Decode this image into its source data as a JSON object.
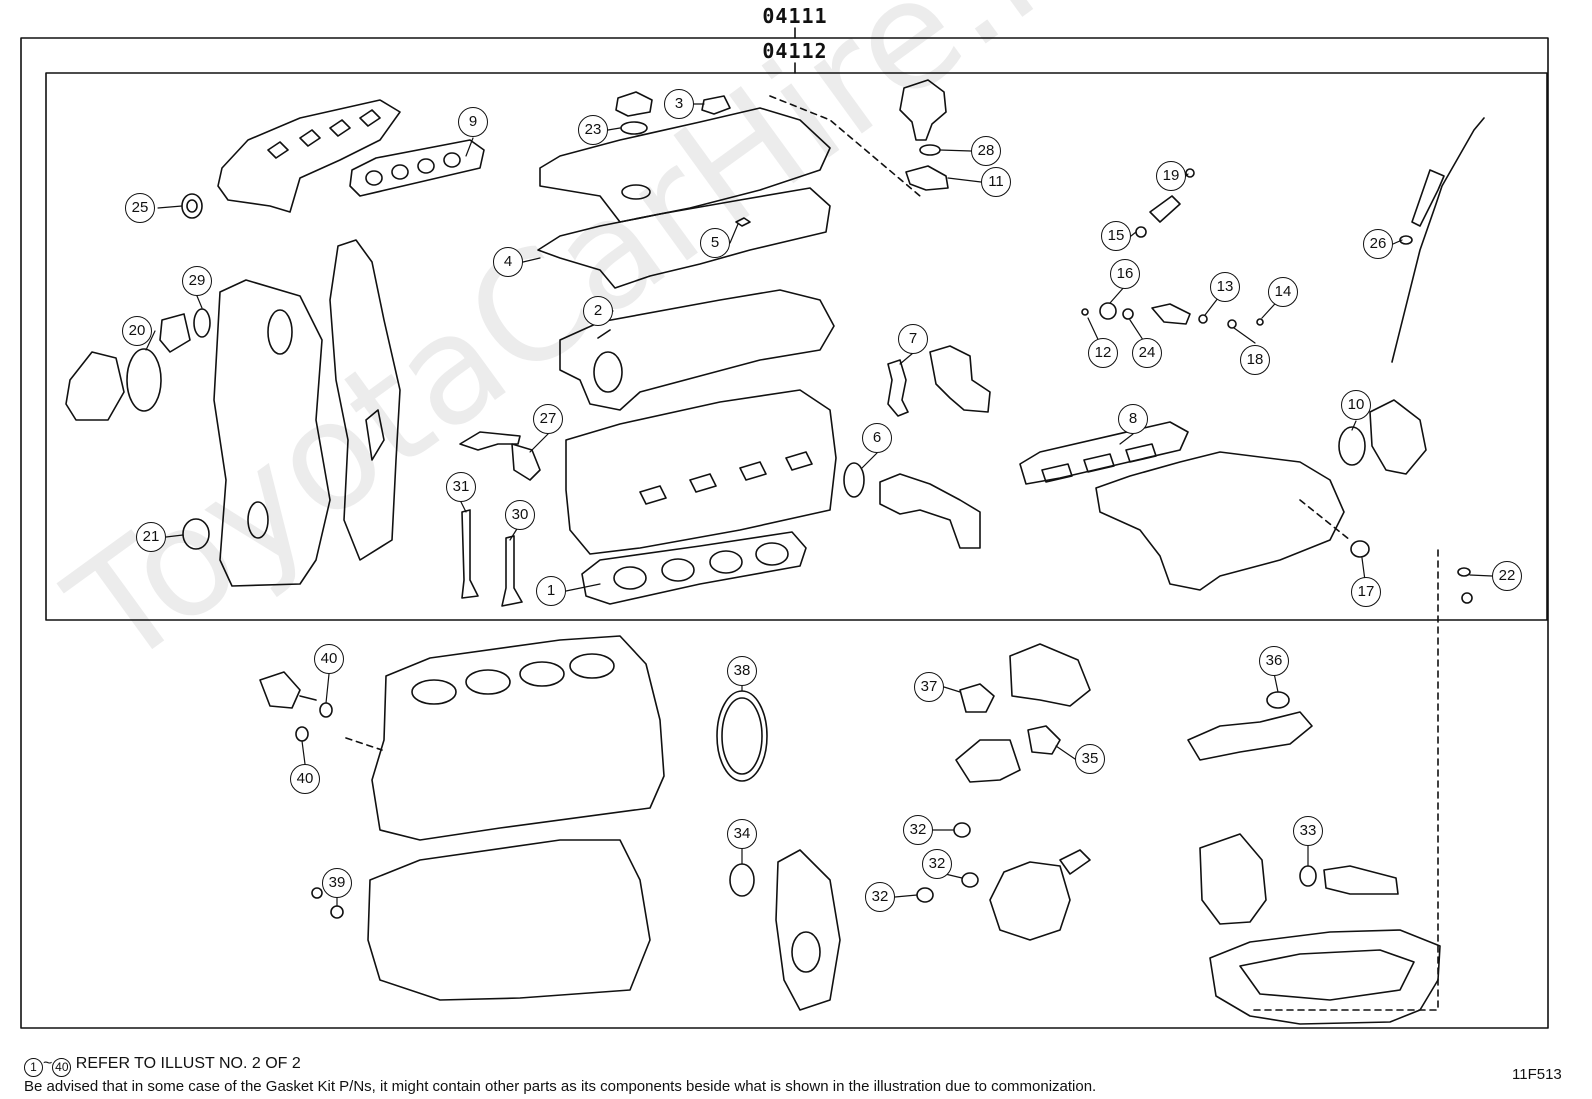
{
  "assembly_codes": {
    "outer": "04111",
    "inner": "04112"
  },
  "illustration_code": "11F513",
  "watermark": "ToyotaCarHire.ru",
  "notes": {
    "range_from": "1",
    "range_sep": "~",
    "range_to": "40",
    "refer_text": "REFER TO ILLUST NO. 2 OF 2",
    "disclaimer": "Be advised that in some case of the Gasket Kit P/Ns,  it might contain other parts as its components beside what is shown in the illustration due to commonization."
  },
  "callouts": [
    "1",
    "2",
    "3",
    "4",
    "5",
    "6",
    "7",
    "8",
    "9",
    "10",
    "11",
    "12",
    "13",
    "14",
    "15",
    "16",
    "17",
    "18",
    "19",
    "20",
    "21",
    "22",
    "23",
    "24",
    "25",
    "26",
    "27",
    "28",
    "29",
    "30",
    "31",
    "32",
    "32",
    "32",
    "33",
    "34",
    "35",
    "36",
    "37",
    "38",
    "39",
    "40",
    "40"
  ]
}
